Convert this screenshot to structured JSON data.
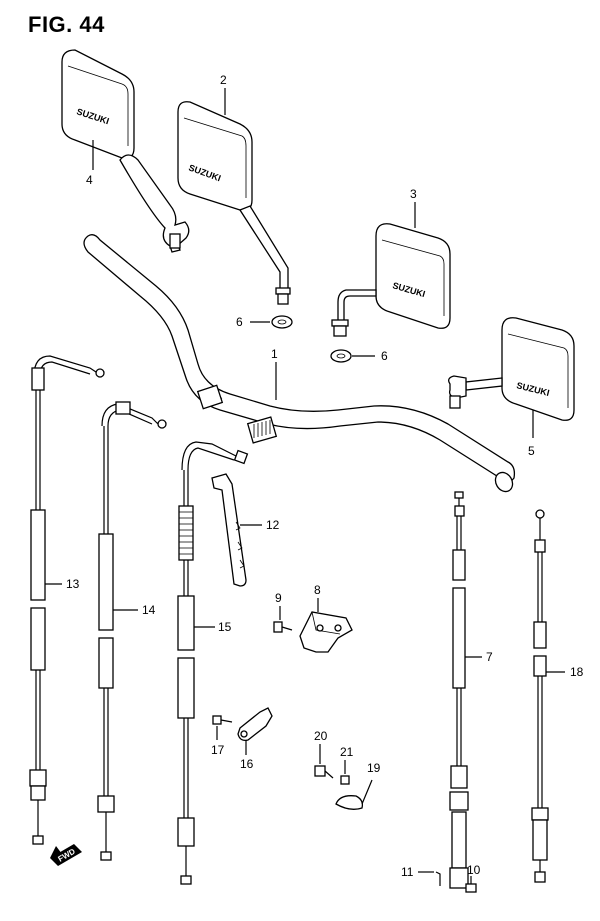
{
  "figure": {
    "title": "FIG. 44"
  },
  "brand_mark": "SUZUKI",
  "fwd_label": "FWD",
  "callouts": {
    "c1": "1",
    "c2": "2",
    "c3": "3",
    "c4": "4",
    "c5": "5",
    "c6a": "6",
    "c6b": "6",
    "c7": "7",
    "c8": "8",
    "c9": "9",
    "c10": "10",
    "c11": "11",
    "c12": "12",
    "c13": "13",
    "c14": "14",
    "c15": "15",
    "c16": "16",
    "c17": "17",
    "c18": "18",
    "c19": "19",
    "c20": "20",
    "c21": "21"
  }
}
